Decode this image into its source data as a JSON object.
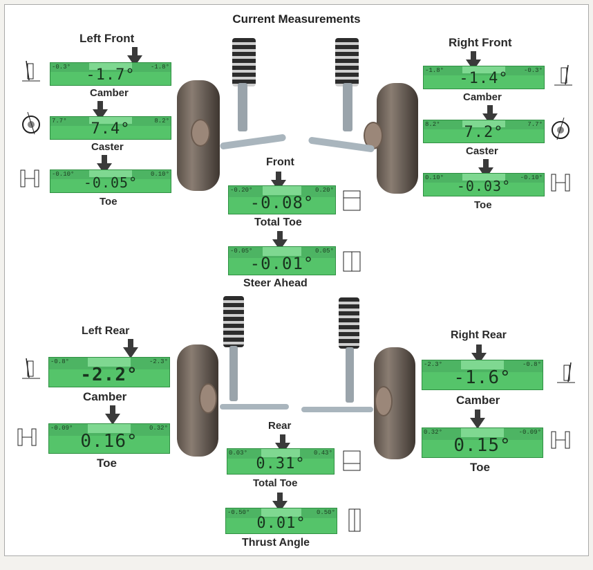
{
  "title": "Current Measurements",
  "left_front": {
    "heading": "Left Front",
    "camber": {
      "label": "Camber",
      "min": "-0.3°",
      "max": "-1.8°",
      "value": "-1.7°",
      "icon": "camber-diagram-icon"
    },
    "caster": {
      "label": "Caster",
      "min": "7.7°",
      "max": "8.2°",
      "value": "7.4°",
      "icon": "caster-diagram-icon"
    },
    "toe": {
      "label": "Toe",
      "min": "-0.10°",
      "max": "0.10°",
      "value": "-0.05°",
      "icon": "toe-diagram-icon"
    }
  },
  "right_front": {
    "heading": "Right Front",
    "camber": {
      "label": "Camber",
      "min": "-1.8°",
      "max": "-0.3°",
      "value": "-1.4°",
      "icon": "camber-diagram-icon"
    },
    "caster": {
      "label": "Caster",
      "min": "8.2°",
      "max": "7.7°",
      "value": "7.2°",
      "icon": "caster-diagram-icon"
    },
    "toe": {
      "label": "Toe",
      "min": "0.10°",
      "max": "-0.10°",
      "value": "-0.03°",
      "icon": "toe-diagram-icon"
    }
  },
  "front": {
    "heading": "Front",
    "total_toe": {
      "label": "Total Toe",
      "min": "-0.20°",
      "max": "0.20°",
      "value": "-0.08°",
      "icon": "total-toe-icon"
    },
    "steer_ahead": {
      "label": "Steer Ahead",
      "min": "-0.05°",
      "max": "0.05°",
      "value": "-0.01°",
      "icon": "steer-ahead-icon"
    }
  },
  "left_rear": {
    "heading": "Left Rear",
    "camber": {
      "label": "Camber",
      "min": "-0.8°",
      "max": "-2.3°",
      "value": "-2.2°",
      "icon": "camber-diagram-icon"
    },
    "toe": {
      "label": "Toe",
      "min": "-0.09°",
      "max": "0.32°",
      "value": "0.16°",
      "icon": "toe-diagram-icon"
    }
  },
  "right_rear": {
    "heading": "Right Rear",
    "camber": {
      "label": "Camber",
      "min": "-2.3°",
      "max": "-0.8°",
      "value": "-1.6°",
      "icon": "camber-diagram-icon"
    },
    "toe": {
      "label": "Toe",
      "min": "0.32°",
      "max": "-0.09°",
      "value": "0.15°",
      "icon": "toe-diagram-icon"
    }
  },
  "rear": {
    "heading": "Rear",
    "total_toe": {
      "label": "Total Toe",
      "min": "0.03°",
      "max": "0.43°",
      "value": "0.31°",
      "icon": "total-toe-icon"
    },
    "thrust": {
      "label": "Thrust Angle",
      "min": "-0.50°",
      "max": "0.50°",
      "value": "0.01°",
      "icon": "thrust-angle-icon"
    }
  },
  "colors": {
    "gauge_green": "#55c46a",
    "arrow": "#3a3a3a"
  }
}
